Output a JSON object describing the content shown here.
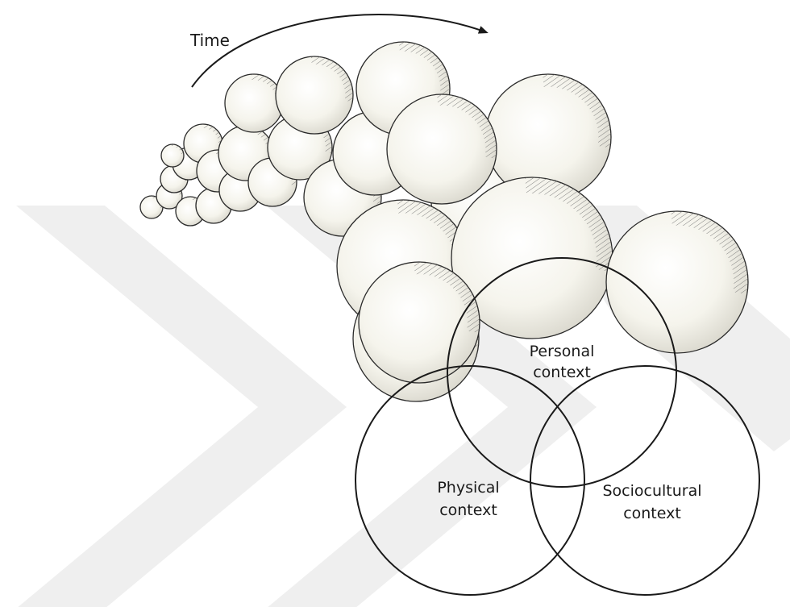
{
  "diagram": {
    "time_label": "Time",
    "personal": [
      "Personal",
      "context"
    ],
    "physical": [
      "Physical",
      "context"
    ],
    "sociocultural": [
      "Sociocultural",
      "context"
    ],
    "colors": {
      "stroke": "#1a1a1a",
      "bubble_fill": "#f6f5ee",
      "watermark": "#eeeeee"
    }
  }
}
